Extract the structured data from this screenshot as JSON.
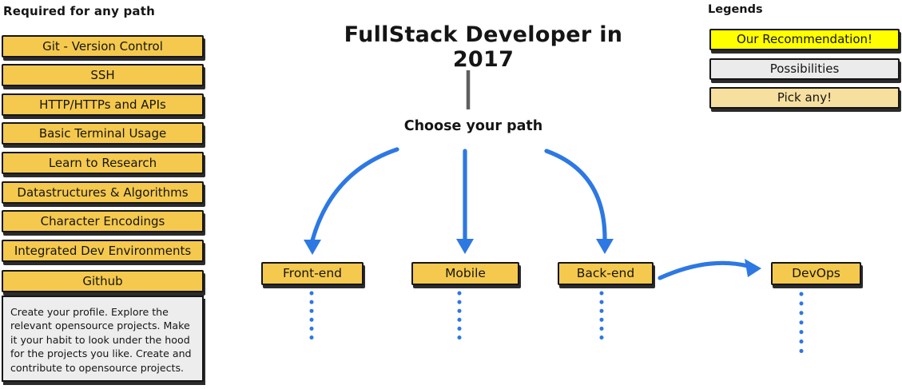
{
  "page": {
    "title": "FullStack Developer in 2017"
  },
  "left_panel": {
    "heading": "Required for any path",
    "items": [
      "Git - Version Control",
      "SSH",
      "HTTP/HTTPs and APIs",
      "Basic Terminal Usage",
      "Learn to Research",
      "Datastructures & Algorithms",
      "Character Encodings",
      "Integrated Dev Environments",
      "Github"
    ],
    "github_note": "Create your profile. Explore the relevant opensource projects. Make it your habit to look under the hood for the projects you like. Create and contribute to opensource projects."
  },
  "center": {
    "choose_label": "Choose your path",
    "path_nodes": [
      "Front-end",
      "Mobile",
      "Back-end",
      "DevOps"
    ]
  },
  "legends": {
    "heading": "Legends",
    "items": [
      {
        "label": "Our Recommendation!",
        "color": "#FFFF00"
      },
      {
        "label": "Possibilities",
        "color": "#EBEBEB"
      },
      {
        "label": "Pick any!",
        "color": "#F7DFA0"
      }
    ]
  },
  "colors": {
    "node_fill": "#F5C94E",
    "arrow_blue": "#2D78E3",
    "stem_gray": "#5F5F5F",
    "note_fill": "#EDEDED",
    "border_black": "#161616"
  }
}
